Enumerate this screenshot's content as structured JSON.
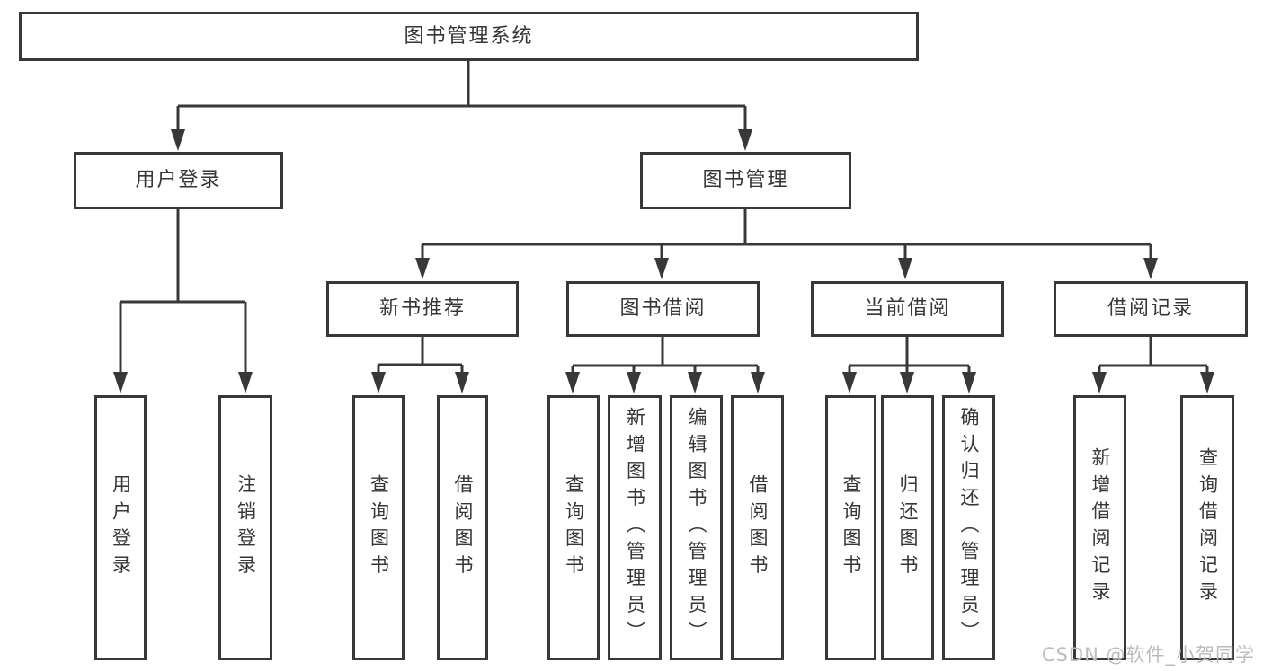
{
  "diagram": {
    "root": {
      "label": "图书管理系统"
    },
    "branches": [
      {
        "label": "用户登录",
        "children": [
          {
            "label": "用户登录"
          },
          {
            "label": "注销登录"
          }
        ]
      },
      {
        "label": "图书管理",
        "children": [
          {
            "label": "新书推荐",
            "children": [
              {
                "label": "查询图书"
              },
              {
                "label": "借阅图书"
              }
            ]
          },
          {
            "label": "图书借阅",
            "children": [
              {
                "label": "查询图书"
              },
              {
                "label": "新增图书（管理员）"
              },
              {
                "label": "编辑图书（管理员）"
              },
              {
                "label": "借阅图书"
              }
            ]
          },
          {
            "label": "当前借阅",
            "children": [
              {
                "label": "查询图书"
              },
              {
                "label": "归还图书"
              },
              {
                "label": "确认归还（管理员）"
              }
            ]
          },
          {
            "label": "借阅记录",
            "children": [
              {
                "label": "新增借阅记录"
              },
              {
                "label": "查询借阅记录"
              }
            ]
          }
        ]
      }
    ]
  },
  "watermark": {
    "text": "CSDN @软件_小贺同学"
  },
  "colors": {
    "line": "#383838",
    "text": "#363636",
    "box_background": "#ffffff",
    "watermark": "#bcbcbc"
  }
}
